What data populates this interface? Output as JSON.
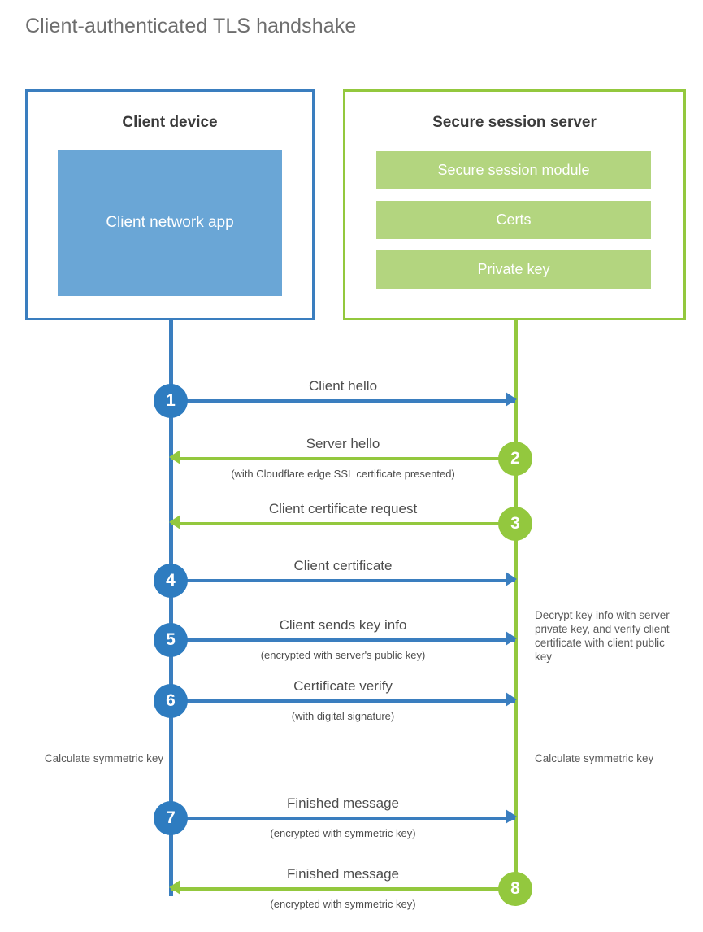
{
  "title": "Client-authenticated TLS handshake",
  "colors": {
    "blue_border": "#3a7ebf",
    "blue_circle": "#2e7cc0",
    "blue_fill": "#6aa6d6",
    "green_border": "#93c83e",
    "green_circle": "#93c83e",
    "green_fill": "#b3d57f",
    "text": "#4d4d4d",
    "title_text": "#6e6e6e"
  },
  "client": {
    "title": "Client device",
    "app_label": "Client network app"
  },
  "server": {
    "title": "Secure session server",
    "components": [
      "Secure session module",
      "Certs",
      "Private key"
    ]
  },
  "steps": [
    {
      "number": "1",
      "label": "Client hello",
      "sublabel": "",
      "direction": "client-to-server",
      "color": "blue"
    },
    {
      "number": "2",
      "label": "Server hello",
      "sublabel": "(with Cloudflare edge SSL certificate presented)",
      "direction": "server-to-client",
      "color": "green"
    },
    {
      "number": "3",
      "label": "Client certificate request",
      "sublabel": "",
      "direction": "server-to-client",
      "color": "green"
    },
    {
      "number": "4",
      "label": "Client certificate",
      "sublabel": "",
      "direction": "client-to-server",
      "color": "blue"
    },
    {
      "number": "5",
      "label": "Client sends key info",
      "sublabel": "(encrypted with server's public key)",
      "direction": "client-to-server",
      "color": "blue"
    },
    {
      "number": "6",
      "label": "Certificate verify",
      "sublabel": "(with digital signature)",
      "direction": "client-to-server",
      "color": "blue"
    },
    {
      "number": "7",
      "label": "Finished message",
      "sublabel": "(encrypted with symmetric key)",
      "direction": "client-to-server",
      "color": "blue"
    },
    {
      "number": "8",
      "label": "Finished message",
      "sublabel": "(encrypted with symmetric key)",
      "direction": "server-to-client",
      "color": "green"
    }
  ],
  "annotations": {
    "decrypt_note": "Decrypt key info with server private key, and verify client certificate with client public key",
    "calculate_client": "Calculate symmetric key",
    "calculate_server": "Calculate symmetric key"
  }
}
